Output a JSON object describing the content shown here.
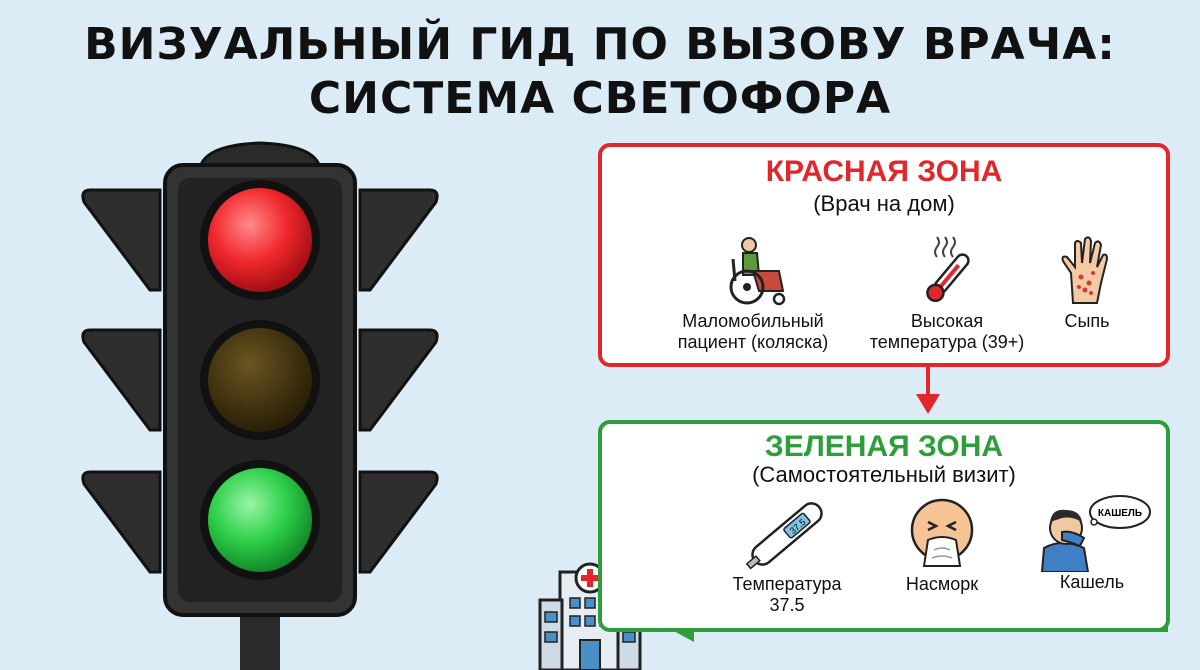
{
  "title": {
    "line1": "ВИЗУАЛЬНЫЙ ГИД ПО ВЫЗОВУ ВРАЧА:",
    "line2": "СИСТЕМА СВЕТОФОРА"
  },
  "red_zone": {
    "title": "КРАСНАЯ ЗОНА",
    "subtitle": "(Врач на дом)",
    "color": "#e2262b",
    "items": [
      {
        "icon": "wheelchair-icon",
        "label_line1": "Маломобильный",
        "label_line2": "пациент (коляска)"
      },
      {
        "icon": "hot-thermometer-icon",
        "label_line1": "Высокая",
        "label_line2": "температура (39+)"
      },
      {
        "icon": "rash-hand-icon",
        "label_line1": "Сыпь",
        "label_line2": ""
      }
    ]
  },
  "green_zone": {
    "title": "ЗЕЛЕНАЯ ЗОНА",
    "subtitle": "(Самостоятельный визит)",
    "color": "#2e9e3b",
    "items": [
      {
        "icon": "digital-thermometer-icon",
        "label_line1": "Температура",
        "label_line2": "37.5",
        "display": "37.5"
      },
      {
        "icon": "runny-nose-icon",
        "label_line1": "Насморк",
        "label_line2": ""
      },
      {
        "icon": "coughing-person-icon",
        "label_line1": "Кашель",
        "label_line2": "",
        "bubble": "КАШЕЛЬ"
      }
    ]
  },
  "traffic_light": {
    "red_color": "#e8232a",
    "yellow_color": "#4a3a12",
    "green_color": "#2ecf4a"
  },
  "hospital_icon": "hospital-icon"
}
